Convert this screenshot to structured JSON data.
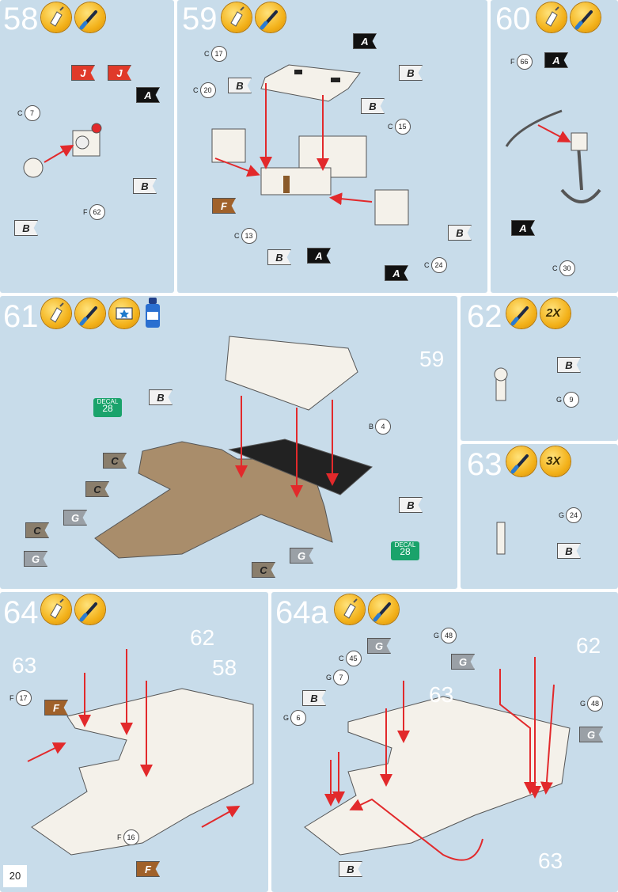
{
  "page": {
    "number": "20"
  },
  "steps": [
    {
      "id": "58",
      "number": "58"
    },
    {
      "id": "59",
      "number": "59"
    },
    {
      "id": "60",
      "number": "60"
    },
    {
      "id": "61",
      "number": "61"
    },
    {
      "id": "62",
      "number": "62",
      "multiplier": "2X"
    },
    {
      "id": "63",
      "number": "63",
      "multiplier": "3X"
    },
    {
      "id": "64",
      "number": "64"
    },
    {
      "id": "64a",
      "number": "64a"
    }
  ],
  "part_refs": {
    "s58": [
      {
        "sprue": "C",
        "n": "7"
      },
      {
        "sprue": "F",
        "n": "62"
      }
    ],
    "s59": [
      {
        "sprue": "C",
        "n": "17"
      },
      {
        "sprue": "C",
        "n": "20"
      },
      {
        "sprue": "C",
        "n": "15"
      },
      {
        "sprue": "C",
        "n": "13"
      },
      {
        "sprue": "C",
        "n": "24"
      }
    ],
    "s60": [
      {
        "sprue": "F",
        "n": "66"
      },
      {
        "sprue": "C",
        "n": "30"
      }
    ],
    "s61": [
      {
        "sprue": "B",
        "n": "4"
      }
    ],
    "s62": [
      {
        "sprue": "G",
        "n": "9"
      }
    ],
    "s63": [
      {
        "sprue": "G",
        "n": "24"
      }
    ],
    "s64": [
      {
        "sprue": "F",
        "n": "17"
      },
      {
        "sprue": "F",
        "n": "16"
      }
    ],
    "s64a": [
      {
        "sprue": "G",
        "n": "48"
      },
      {
        "sprue": "C",
        "n": "45"
      },
      {
        "sprue": "G",
        "n": "7"
      },
      {
        "sprue": "G",
        "n": "6"
      },
      {
        "sprue": "G",
        "n": "48"
      }
    ]
  },
  "color_flags": {
    "A": {
      "letter": "A",
      "color": "#111111",
      "text": "#ffffff"
    },
    "B": {
      "letter": "B",
      "color": "#f2f2f2",
      "text": "#222222"
    },
    "C": {
      "letter": "C",
      "color": "#8a7e6c",
      "text": "#222222"
    },
    "F": {
      "letter": "F",
      "color": "#a0612a",
      "text": "#ffffff"
    },
    "G": {
      "letter": "G",
      "color": "#9aa0a6",
      "text": "#ffffff"
    },
    "J": {
      "letter": "J",
      "color": "#e03a2a",
      "text": "#ffffff"
    }
  },
  "decal": {
    "label": "DECAL",
    "number": "28"
  },
  "callouts": {
    "s61_ref": "59",
    "s64_refs": [
      "63",
      "62",
      "58"
    ],
    "s64a_refs": [
      "62",
      "63",
      "63"
    ]
  },
  "colors": {
    "panel": "#c8dcea",
    "arrow": "#e2292b",
    "leader": "#ffffff",
    "accent": "#f3b21b",
    "decal": "#1aa36b"
  }
}
